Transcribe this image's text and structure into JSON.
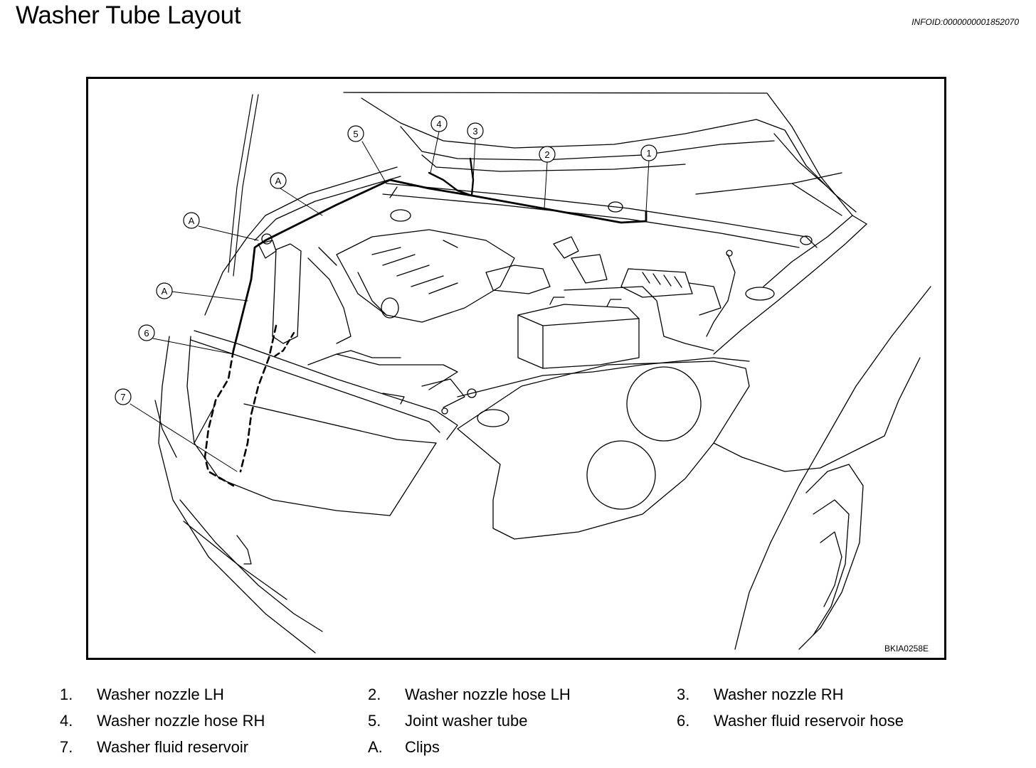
{
  "header": {
    "title": "Washer Tube Layout",
    "info_id": "INFOID:0000000001852070"
  },
  "figure": {
    "code": "BKIA0258E",
    "callouts": {
      "c1": "1",
      "c2": "2",
      "c3": "3",
      "c4": "4",
      "c5": "5",
      "c6": "6",
      "c7": "7",
      "a1": "A",
      "a2": "A",
      "a3": "A"
    }
  },
  "legend": [
    {
      "num": "1.",
      "label": "Washer nozzle LH"
    },
    {
      "num": "2.",
      "label": "Washer nozzle hose LH"
    },
    {
      "num": "3.",
      "label": "Washer nozzle RH"
    },
    {
      "num": "4.",
      "label": "Washer nozzle hose RH"
    },
    {
      "num": "5.",
      "label": "Joint washer tube"
    },
    {
      "num": "6.",
      "label": "Washer fluid reservoir hose"
    },
    {
      "num": "7.",
      "label": "Washer fluid reservoir"
    },
    {
      "num": "A.",
      "label": "Clips"
    }
  ]
}
